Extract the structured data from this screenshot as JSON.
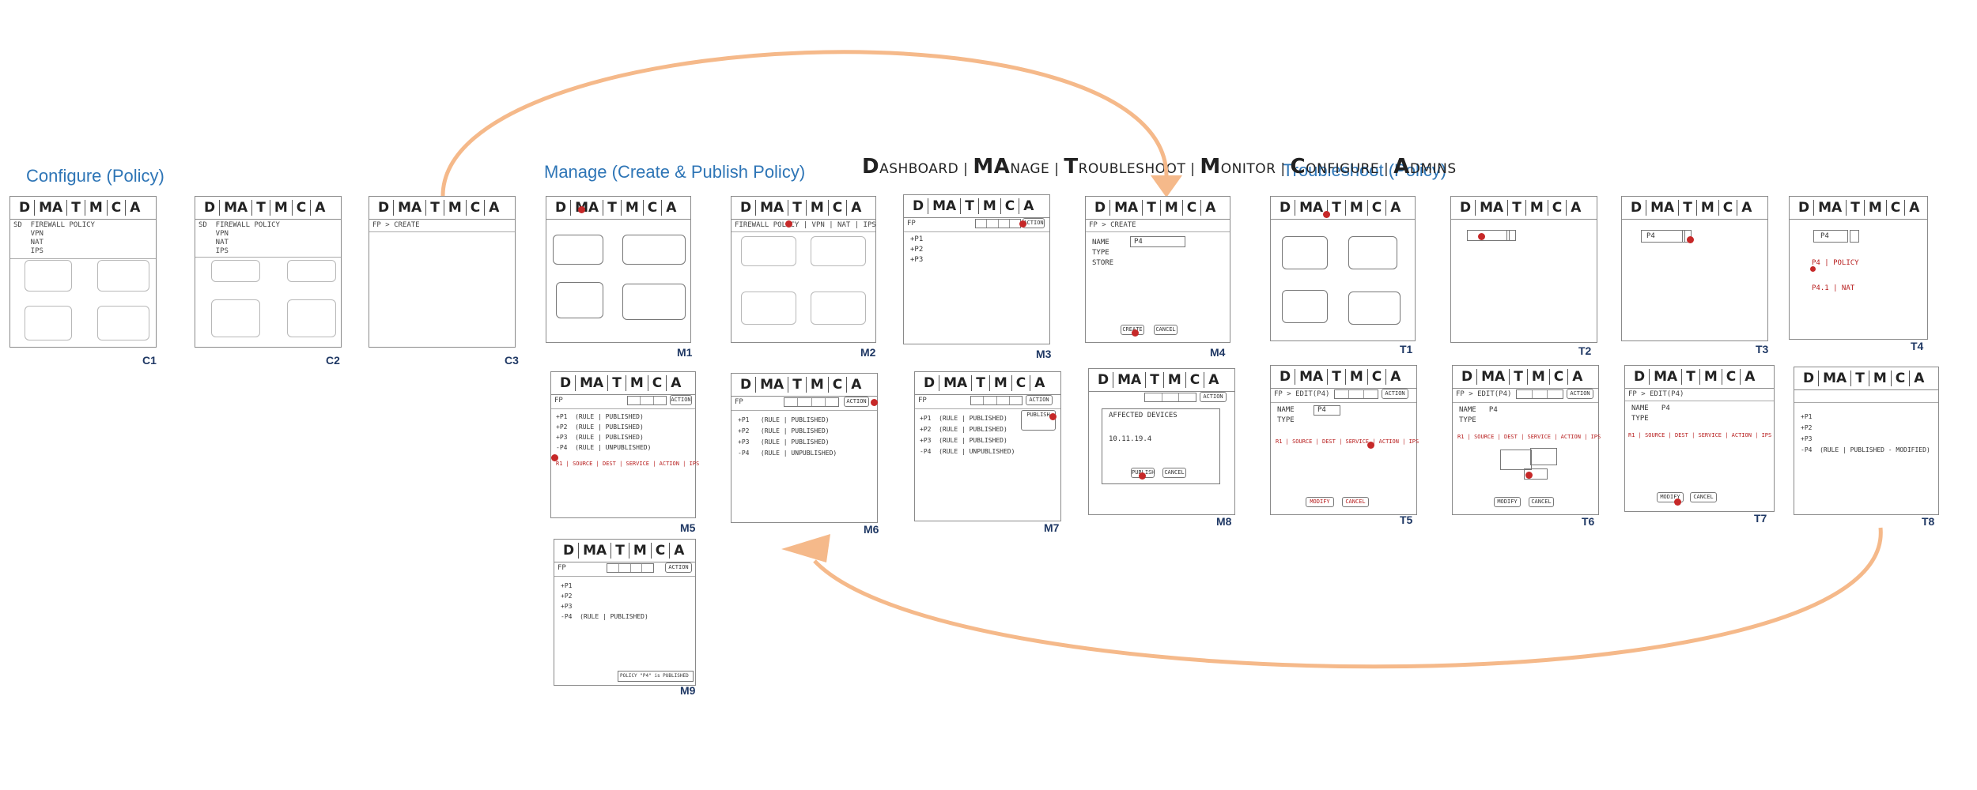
{
  "sections": {
    "configure": "Configure (Policy)",
    "manage": "Manage (Create & Publish Policy)",
    "troubleshoot": "Troubleshoot (Policy)"
  },
  "legend": {
    "d": "D",
    "d_rest": "ASHBOARD",
    "ma": "MA",
    "ma_rest": "NAGE",
    "t": "T",
    "t_rest": "ROUBLESHOOT",
    "m": "M",
    "m_rest": "ONITOR",
    "c": "C",
    "c_rest": "ONFIGURE",
    "a": "A",
    "a_rest": "DMINS"
  },
  "nav": [
    "D",
    "MA",
    "T",
    "M",
    "C",
    "A"
  ],
  "frames": {
    "C1": {
      "label": "C1",
      "sub": "SD  FIREWALL POLICY\n    VPN\n    NAT\n    IPS"
    },
    "C2": {
      "label": "C2",
      "sub": "SD  FIREWALL POLICY\n    VPN\n    NAT\n    IPS"
    },
    "C3": {
      "label": "C3",
      "sub": "FP > CREATE"
    },
    "M1": {
      "label": "M1"
    },
    "M2": {
      "label": "M2",
      "sub": "FIREWALL POLICY | VPN | NAT | IPS"
    },
    "M3": {
      "label": "M3",
      "sub": "FP",
      "lines": "+P1\n+P2\n+P3"
    },
    "M4": {
      "label": "M4",
      "sub": "FP > CREATE",
      "lines": "NAME\nTYPE\nSTORE",
      "name_val": "P4",
      "ok": "CREATE",
      "cancel": "CANCEL"
    },
    "M5": {
      "label": "M5",
      "sub": "FP",
      "lines": "+P1  (RULE | PUBLISHED)\n+P2  (RULE | PUBLISHED)\n+P3  (RULE | PUBLISHED)\n-P4  (RULE | UNPUBLISHED)",
      "rowhdr": "R1 | SOURCE | DEST | SERVICE | ACTION | IPS"
    },
    "M6": {
      "label": "M6",
      "sub": "FP",
      "lines": "+P1   (RULE | PUBLISHED)\n+P2   (RULE | PUBLISHED)\n+P3   (RULE | PUBLISHED)\n-P4   (RULE | UNPUBLISHED)"
    },
    "M7": {
      "label": "M7",
      "sub": "FP",
      "lines": "+P1  (RULE | PUBLISHED)\n+P2  (RULE | PUBLISHED)\n+P3  (RULE | PUBLISHED)\n-P4  (RULE | UNPUBLISHED)",
      "publish": "PUBLISH"
    },
    "M8": {
      "label": "M8",
      "dialog": "AFFECTED DEVICES",
      "ip": "10.11.19.4",
      "ok": "PUBLISH",
      "cancel": "CANCEL"
    },
    "M9": {
      "label": "M9",
      "sub": "FP",
      "lines": "+P1\n+P2\n+P3\n-P4  (RULE | PUBLISHED)",
      "status": "POLICY \"P4\" is PUBLISHED"
    },
    "T1": {
      "label": "T1"
    },
    "T2": {
      "label": "T2"
    },
    "T3": {
      "label": "T3",
      "search_val": "P4"
    },
    "T4": {
      "label": "T4",
      "search_val": "P4",
      "r1": "P4 | POLICY",
      "r2": "P4.1 | NAT"
    },
    "T5": {
      "label": "T5",
      "sub": "FP > EDIT(P4)",
      "lines": "NAME\nTYPE",
      "name_val": "P4",
      "rowhdr": "R1 | SOURCE | DEST | SERVICE | ACTION | IPS",
      "ok": "MODIFY",
      "cancel": "CANCEL"
    },
    "T6": {
      "label": "T6",
      "sub": "FP > EDIT(P4)",
      "lines": "NAME   P4\nTYPE",
      "rowhdr": "R1 | SOURCE | DEST | SERVICE | ACTION | IPS",
      "ok": "MODIFY",
      "cancel": "CANCEL"
    },
    "T7": {
      "label": "T7",
      "sub": "FP > EDIT(P4)",
      "lines": "NAME   P4\nTYPE",
      "rowhdr": "R1 | SOURCE | DEST | SERVICE | ACTION | IPS",
      "ok": "MODIFY",
      "cancel": "CANCEL"
    },
    "T8": {
      "label": "T8",
      "lines": "+P1\n+P2\n+P3\n-P4  (RULE | PUBLISHED - MODIFIED)"
    }
  },
  "colors": {
    "accent": "#2e75b6",
    "arrow": "#f5b98a",
    "dot": "#c62828",
    "label": "#1f3864"
  }
}
